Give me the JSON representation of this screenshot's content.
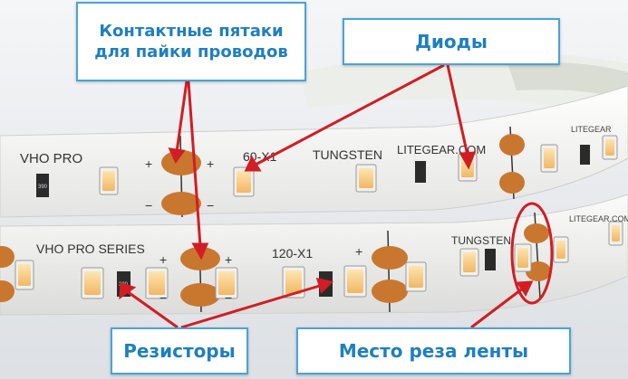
{
  "callouts": {
    "pads": [
      "Контактные пятаки",
      "для пайки проводов"
    ],
    "diodes": "Диоды",
    "resistors": "Резисторы",
    "cut": "Место реза ленты"
  },
  "strip_top": {
    "brand": "VHO PRO",
    "model": "60-X1",
    "maker1": "TUNGSTEN",
    "maker2": "LITEGEAR.COM",
    "maker3": "LITEGEAR",
    "resistor_code": "390",
    "plus": "+",
    "minus": "−"
  },
  "strip_bottom": {
    "brand": "VHO PRO SERIES",
    "model": "120-X1",
    "maker1": "TUNGSTEN",
    "maker2": "LITEGEAR.COM",
    "resistor_code": "390",
    "plus": "+",
    "minus": "−"
  },
  "colors": {
    "callout_text": "#1f7fc0",
    "callout_border": "#4aa3d8",
    "arrow": "#d01e24",
    "pad": "#c9772f",
    "strip": "#f7f7f5"
  }
}
